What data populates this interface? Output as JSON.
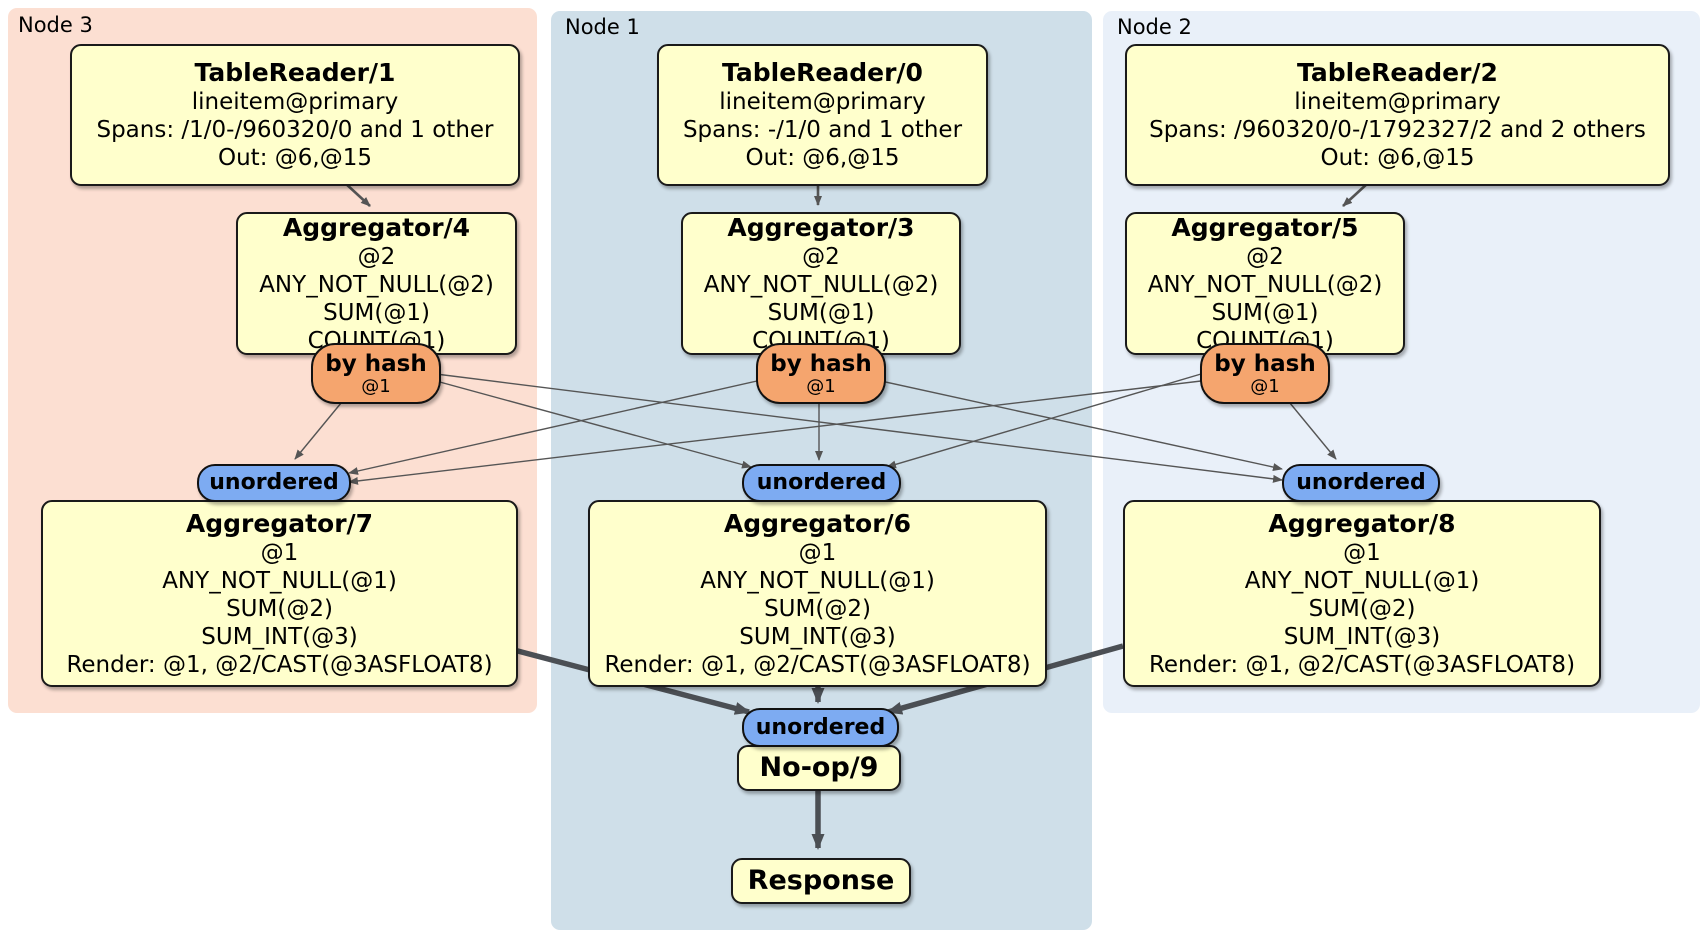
{
  "diagram": {
    "panels": [
      {
        "label": "Node 3"
      },
      {
        "label": "Node 1"
      },
      {
        "label": "Node 2"
      }
    ],
    "nodes": {
      "tablereader1": {
        "title": "TableReader/1",
        "lines": [
          "lineitem@primary",
          "Spans: /1/0-/960320/0 and 1 other",
          "Out: @6,@15"
        ]
      },
      "tablereader0": {
        "title": "TableReader/0",
        "lines": [
          "lineitem@primary",
          "Spans: -/1/0 and 1 other",
          "Out: @6,@15"
        ]
      },
      "tablereader2": {
        "title": "TableReader/2",
        "lines": [
          "lineitem@primary",
          "Spans: /960320/0-/1792327/2 and 2 others",
          "Out: @6,@15"
        ]
      },
      "aggregator4": {
        "title": "Aggregator/4",
        "lines": [
          "@2",
          "ANY_NOT_NULL(@2)",
          "SUM(@1)",
          "COUNT(@1)"
        ]
      },
      "aggregator3": {
        "title": "Aggregator/3",
        "lines": [
          "@2",
          "ANY_NOT_NULL(@2)",
          "SUM(@1)",
          "COUNT(@1)"
        ]
      },
      "aggregator5": {
        "title": "Aggregator/5",
        "lines": [
          "@2",
          "ANY_NOT_NULL(@2)",
          "SUM(@1)",
          "COUNT(@1)"
        ]
      },
      "aggregator7": {
        "title": "Aggregator/7",
        "lines": [
          "@1",
          "ANY_NOT_NULL(@1)",
          "SUM(@2)",
          "SUM_INT(@3)",
          "Render: @1, @2/CAST(@3ASFLOAT8)"
        ]
      },
      "aggregator6": {
        "title": "Aggregator/6",
        "lines": [
          "@1",
          "ANY_NOT_NULL(@1)",
          "SUM(@2)",
          "SUM_INT(@3)",
          "Render: @1, @2/CAST(@3ASFLOAT8)"
        ]
      },
      "aggregator8": {
        "title": "Aggregator/8",
        "lines": [
          "@1",
          "ANY_NOT_NULL(@1)",
          "SUM(@2)",
          "SUM_INT(@3)",
          "Render: @1, @2/CAST(@3ASFLOAT8)"
        ]
      },
      "noop": {
        "title": "No-op/9"
      },
      "response": {
        "title": "Response"
      }
    },
    "routers": {
      "by_hash_label": "by hash",
      "by_hash_sub": "@1",
      "unordered_label": "unordered"
    },
    "colors": {
      "panel_node3": "#fcdfd2",
      "panel_node1": "#cfdfe9",
      "panel_node2": "#e9f0f9",
      "box_fill": "#ffffcc",
      "hash_router_fill": "#f5a56e",
      "unordered_fill": "#7dabf2",
      "edge_thin": "#555555",
      "edge_thick": "#4b4f54"
    }
  }
}
